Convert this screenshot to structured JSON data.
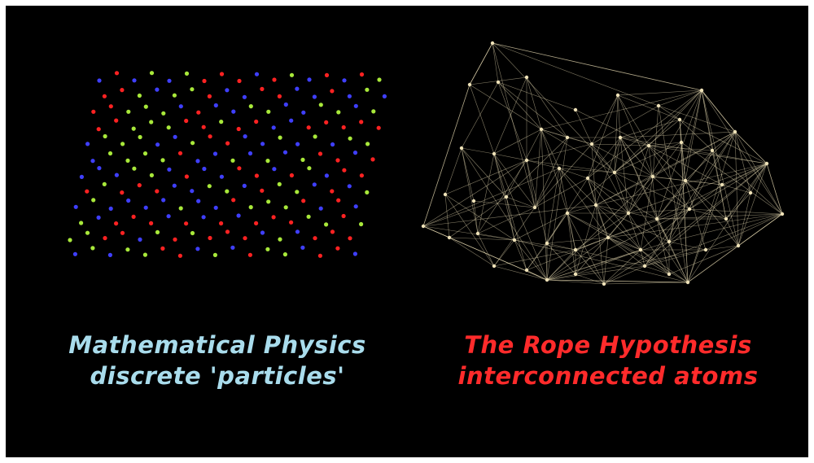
{
  "left_panel": {
    "title_line1": "Mathematical Physics",
    "title_line2": "discrete 'particles'",
    "caption_color": "#a9dcec",
    "particle_colors": [
      "#ff2222",
      "#3f3fff",
      "#a8e83a"
    ]
  },
  "right_panel": {
    "title_line1": "The Rope Hypothesis",
    "title_line2": "interconnected atoms",
    "caption_color": "#ff2b2b",
    "network_color": "#efe2b8"
  },
  "background_color": "#000000"
}
